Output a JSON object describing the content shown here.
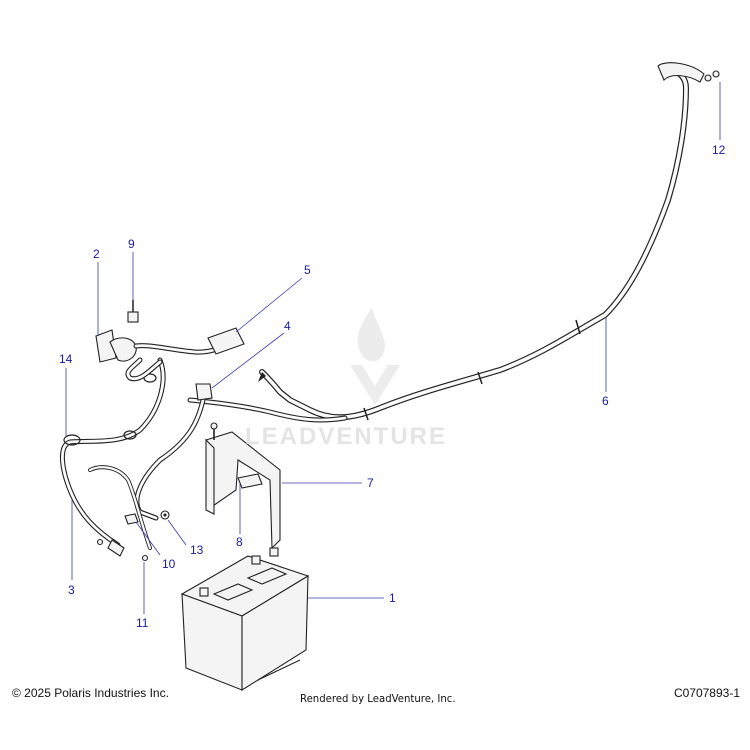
{
  "footer": {
    "copyright": "© 2025 Polaris Industries Inc.",
    "rendered_by": "Rendered by LeadVenture, Inc.",
    "diagram_id": "C0707893-1"
  },
  "watermark": {
    "text": "LEADVENTURE"
  },
  "callouts": [
    {
      "id": "c1",
      "label": "1"
    },
    {
      "id": "c2",
      "label": "2"
    },
    {
      "id": "c3",
      "label": "3"
    },
    {
      "id": "c4",
      "label": "4"
    },
    {
      "id": "c5",
      "label": "5"
    },
    {
      "id": "c6",
      "label": "6"
    },
    {
      "id": "c7",
      "label": "7"
    },
    {
      "id": "c8",
      "label": "8"
    },
    {
      "id": "c9",
      "label": "9"
    },
    {
      "id": "c10",
      "label": "10"
    },
    {
      "id": "c11",
      "label": "11"
    },
    {
      "id": "c12",
      "label": "12"
    },
    {
      "id": "c13",
      "label": "13"
    },
    {
      "id": "c14",
      "label": "14"
    }
  ],
  "colors": {
    "callout": "#1a1aa0",
    "line": "#222222"
  }
}
